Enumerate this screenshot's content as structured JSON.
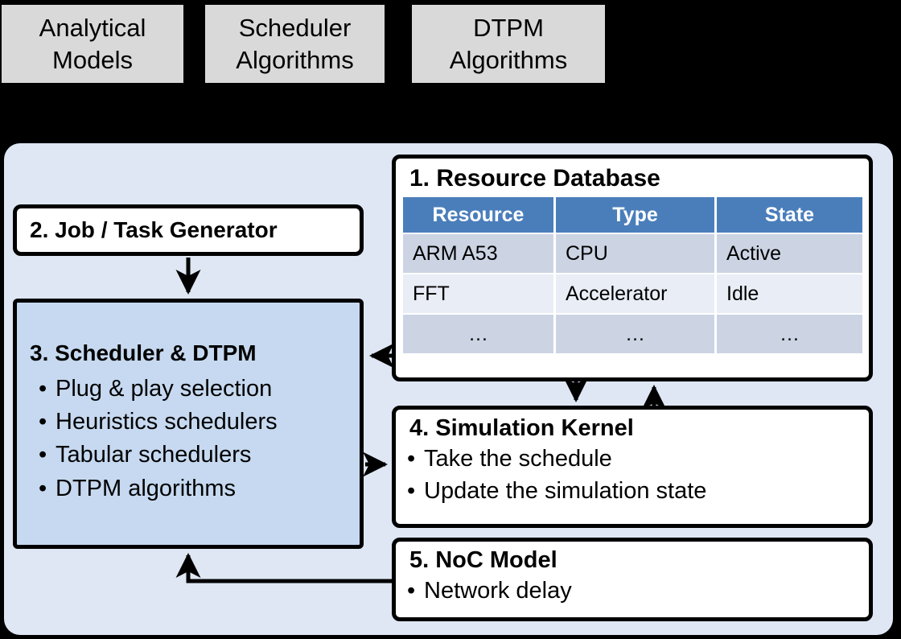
{
  "diagram": {
    "title": "Simulation framework block diagram",
    "background_color": "#000000",
    "panel_color": "#dee7f3",
    "accent_color": "#4a7ebb",
    "highlight_box_color": "#c6d9f0",
    "top_box_color": "#d9d9d9"
  },
  "top_boxes": [
    {
      "label": "Analytical\nModels"
    },
    {
      "label": "Scheduler\nAlgorithms"
    },
    {
      "label": "DTPM\nAlgorithms"
    }
  ],
  "resource_database": {
    "title": "1. Resource Database",
    "table": {
      "type": "table",
      "columns": [
        "Resource",
        "Type",
        "State"
      ],
      "rows": [
        [
          "ARM A53",
          "CPU",
          "Active"
        ],
        [
          "FFT",
          "Accelerator",
          "Idle"
        ],
        [
          "…",
          "…",
          "…"
        ]
      ]
    }
  },
  "job_task_generator": {
    "title": "2. Job / Task Generator"
  },
  "scheduler_dtpm": {
    "title": "3. Scheduler & DTPM",
    "bullets": [
      "Plug & play selection",
      "Heuristics schedulers",
      "Tabular schedulers",
      "DTPM algorithms"
    ]
  },
  "simulation_kernel": {
    "title": "4. Simulation Kernel",
    "bullets": [
      "Take the schedule",
      "Update the simulation state"
    ]
  },
  "noc_model": {
    "title": "5. NoC Model",
    "bullets": [
      "Network delay"
    ]
  },
  "arrows": [
    {
      "name": "generator-to-scheduler",
      "from": "2. Job / Task Generator",
      "to": "3. Scheduler & DTPM"
    },
    {
      "name": "resourcedb-to-scheduler",
      "from": "1. Resource Database",
      "to": "3. Scheduler & DTPM"
    },
    {
      "name": "scheduler-to-simkernel",
      "from": "3. Scheduler & DTPM",
      "to": "4. Simulation Kernel"
    },
    {
      "name": "resourcedb-to-simkernel",
      "from": "1. Resource Database",
      "to": "4. Simulation Kernel"
    },
    {
      "name": "simkernel-to-resourcedb",
      "from": "4. Simulation Kernel",
      "to": "1. Resource Database"
    },
    {
      "name": "noc-to-scheduler",
      "from": "5. NoC Model",
      "to": "3. Scheduler & DTPM"
    }
  ]
}
